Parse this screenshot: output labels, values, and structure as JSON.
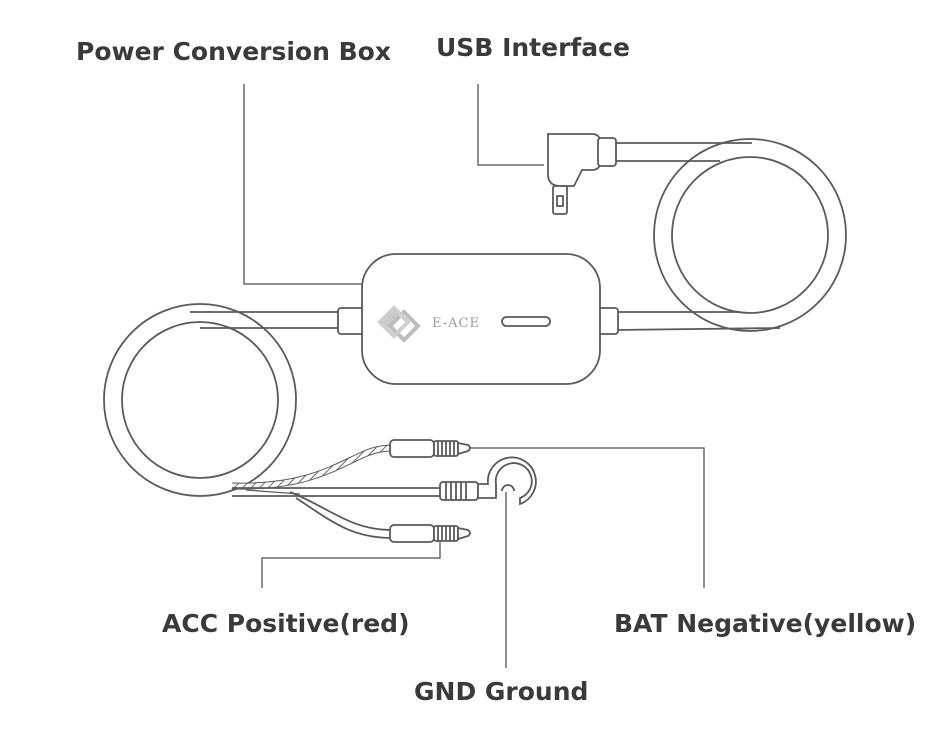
{
  "labels": {
    "power_box": "Power Conversion Box",
    "usb": "USB Interface",
    "acc": "ACC Positive(red)",
    "bat": "BAT Negative(yellow)",
    "gnd": "GND Ground"
  },
  "logo": {
    "text": "E-ACE"
  },
  "colors": {
    "line": "#5a5a5a",
    "label": "#3a3a3a",
    "leader": "#6a6a6a",
    "background": "#ffffff"
  }
}
